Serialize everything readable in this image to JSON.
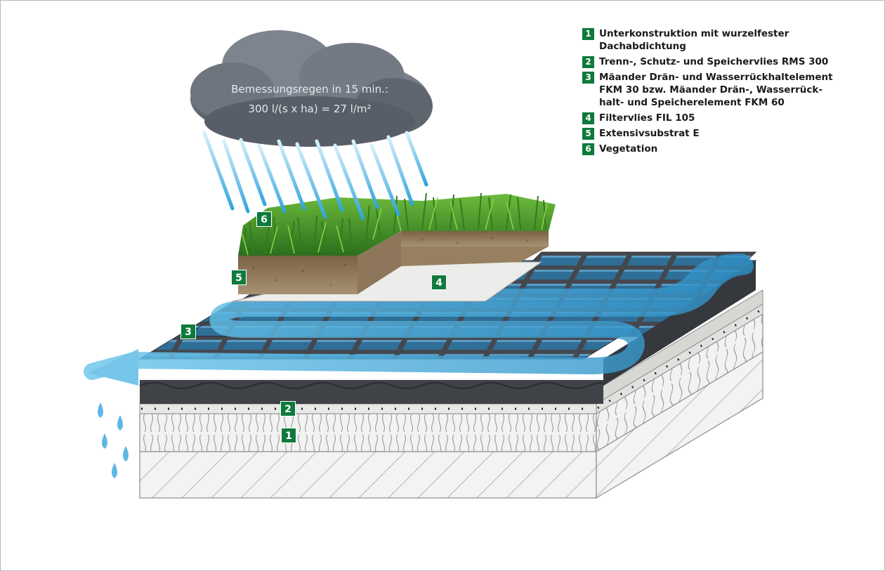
{
  "legend": [
    {
      "num": "1",
      "lines": [
        "Unterkonstruktion mit wurzelfester",
        "Dachabdichtung"
      ]
    },
    {
      "num": "2",
      "lines": [
        "Trenn-, Schutz- und Speichervlies RMS 300"
      ]
    },
    {
      "num": "3",
      "lines": [
        "Mäander Drän- und Wasserrückhaltelement",
        "FKM 30 bzw. Mäander Drän-, Wasserrück-",
        "halt- und Speicherelement FKM 60"
      ]
    },
    {
      "num": "4",
      "lines": [
        "Filtervlies FIL 105"
      ]
    },
    {
      "num": "5",
      "lines": [
        "Extensivsubstrat E"
      ]
    },
    {
      "num": "6",
      "lines": [
        "Vegetation"
      ]
    }
  ],
  "cloud": {
    "line1": "Bemessungsregen in 15 min.:",
    "line2": "300 l/(s x ha) = 27 l/m²"
  },
  "markers": {
    "m1": "1",
    "m2": "2",
    "m3": "3",
    "m4": "4",
    "m5": "5",
    "m6": "6"
  },
  "colors": {
    "badge_green": "#0e7a3c",
    "water_blue": "#3aa8dc",
    "panel_dark": "#3a3d42",
    "grass_green": "#3f9a2a",
    "soil_brown": "#8a7458",
    "cloud_grey": "#6f7680"
  }
}
